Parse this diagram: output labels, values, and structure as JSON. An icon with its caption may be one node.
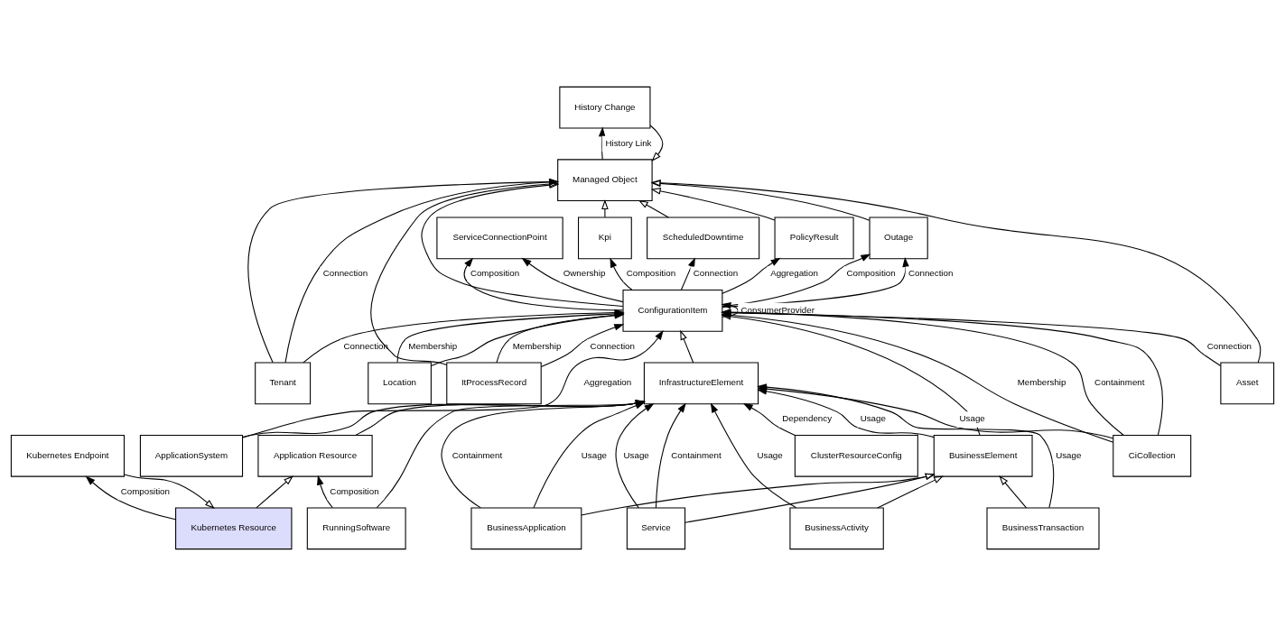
{
  "diagram": {
    "nodes": [
      {
        "text": [
          "History Change"
        ]
      },
      {
        "text": [
          "Managed Object"
        ]
      },
      {
        "text": [
          "ServiceConnectionPoint"
        ]
      },
      {
        "text": [
          "Kpi"
        ]
      },
      {
        "text": [
          "ScheduledDowntime"
        ]
      },
      {
        "text": [
          "PolicyResult"
        ]
      },
      {
        "text": [
          "Outage"
        ]
      },
      {
        "text": [
          "ConfigurationItem"
        ]
      },
      {
        "text": [
          "Tenant"
        ]
      },
      {
        "text": [
          "ItProcessRecord"
        ]
      },
      {
        "text": [
          "Asset"
        ]
      },
      {
        "text": [
          "InfrastructureElement"
        ]
      },
      {
        "text": [
          "Location"
        ]
      },
      {
        "text": [
          "ApplicationSystem"
        ]
      },
      {
        "text": [
          "ClusterResourceConfig"
        ]
      },
      {
        "text": [
          "Kubernetes Endpoint"
        ]
      },
      {
        "text": [
          "Application Resource"
        ]
      },
      {
        "text": [
          "BusinessElement"
        ]
      },
      {
        "text": [
          "CiCollection"
        ]
      },
      {
        "text": [
          "Kubernetes Resource"
        ]
      },
      {
        "text": [
          "RunningSoftware"
        ]
      },
      {
        "text": [
          "BusinessActivity"
        ]
      },
      {
        "text": [
          "Service"
        ]
      },
      {
        "text": [
          "BusinessTransaction"
        ]
      },
      {
        "text": [
          "BusinessApplication"
        ]
      }
    ],
    "edges": [
      {
        "from": 0,
        "to": 1,
        "arrow": "to"
      },
      {
        "from": 8,
        "to": 1,
        "arrow": "to"
      },
      {
        "from": 9,
        "to": 1,
        "arrow": "to"
      },
      {
        "from": 10,
        "to": 1,
        "arrow": "to"
      },
      {
        "from": 3,
        "to": 1,
        "arrow": "to"
      },
      {
        "from": 4,
        "to": 1,
        "arrow": "to"
      },
      {
        "from": 7,
        "to": 1,
        "arrow": "to"
      },
      {
        "from": 5,
        "to": 1,
        "arrow": "to"
      },
      {
        "from": 6,
        "to": 1,
        "arrow": "to"
      },
      {
        "from": 11,
        "to": 7,
        "arrow": "to"
      },
      {
        "from": 12,
        "to": 7,
        "arrow": "to"
      },
      {
        "from": 17,
        "to": 7,
        "arrow": "to"
      },
      {
        "from": 18,
        "to": 7,
        "arrow": "to"
      },
      {
        "from": 13,
        "to": 11,
        "arrow": "to"
      },
      {
        "from": 16,
        "to": 11,
        "arrow": "to"
      },
      {
        "from": 20,
        "to": 11,
        "arrow": "to"
      },
      {
        "from": 15,
        "to": 19,
        "arrow": "to"
      },
      {
        "from": 19,
        "to": 16,
        "arrow": "to"
      },
      {
        "from": 21,
        "to": 17,
        "arrow": "to"
      },
      {
        "from": 22,
        "to": 17,
        "arrow": "to"
      },
      {
        "from": 23,
        "to": 17,
        "arrow": "to"
      },
      {
        "from": 24,
        "to": 17,
        "arrow": "to"
      },
      {
        "from": 1,
        "to": 0,
        "arrow": "to",
        "label": "History Link"
      },
      {
        "from": 8,
        "to": 1,
        "arrow": "to",
        "label": "Connection"
      },
      {
        "from": 7,
        "to": 2,
        "arrow": "to",
        "label": "Composition"
      },
      {
        "from": 7,
        "to": 2,
        "arrow": "to",
        "label": "Ownership"
      },
      {
        "from": 7,
        "to": 3,
        "arrow": "to",
        "label": "Composition"
      },
      {
        "from": 7,
        "to": 4,
        "arrow": "to",
        "label": "Connection"
      },
      {
        "from": 7,
        "to": 5,
        "arrow": "to",
        "label": "Aggregation"
      },
      {
        "from": 7,
        "to": 6,
        "arrow": "to",
        "label": "Composition"
      },
      {
        "from": 7,
        "to": 6,
        "arrow": "to",
        "label": "Connection"
      },
      {
        "from": 8,
        "to": 7,
        "arrow": "to",
        "label": "Connection"
      },
      {
        "from": 9,
        "to": 7,
        "arrow": "to",
        "label": "Membership"
      },
      {
        "from": 9,
        "to": 7,
        "arrow": "to",
        "label": "Connection"
      },
      {
        "from": 10,
        "to": 7,
        "arrow": "to",
        "label": "Connection"
      },
      {
        "from": 12,
        "to": 7,
        "arrow": "to",
        "label": "Membership"
      },
      {
        "from": 13,
        "to": 7,
        "arrow": "to",
        "label": "Aggregation"
      },
      {
        "from": 18,
        "to": 7,
        "arrow": "to",
        "label": "Membership"
      },
      {
        "from": 18,
        "to": 7,
        "arrow": "to",
        "label": "Containment"
      },
      {
        "from": 14,
        "to": 11,
        "arrow": "to",
        "label": "Dependency"
      },
      {
        "from": 21,
        "to": 11,
        "arrow": "to",
        "label": "Usage"
      },
      {
        "from": 22,
        "to": 11,
        "arrow": "to",
        "label": "Containment"
      },
      {
        "from": 22,
        "to": 11,
        "arrow": "to",
        "label": "Usage"
      },
      {
        "from": 23,
        "to": 11,
        "arrow": "to",
        "label": "Usage"
      },
      {
        "from": 17,
        "to": 11,
        "arrow": "to",
        "label": "Usage"
      },
      {
        "from": 24,
        "to": 11,
        "arrow": "to",
        "label": "Containment"
      },
      {
        "from": 24,
        "to": 11,
        "arrow": "to",
        "label": "Usage"
      },
      {
        "from": 18,
        "to": 11,
        "arrow": "to",
        "label": "Usage"
      },
      {
        "from": 19,
        "to": 15,
        "arrow": "to",
        "label": "Composition"
      },
      {
        "from": 20,
        "to": 16,
        "arrow": "to",
        "label": "Composition"
      },
      {
        "from": 7,
        "to": 7,
        "arrow": "to",
        "label": "ConsumerProvider"
      }
    ]
  }
}
